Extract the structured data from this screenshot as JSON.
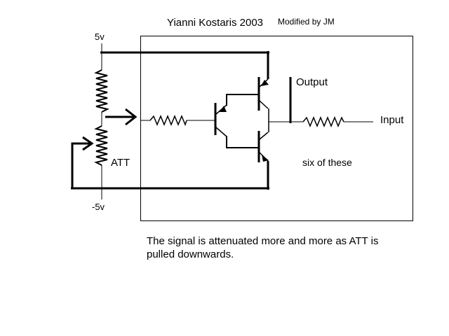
{
  "diagram": {
    "title": "Yianni Kostaris 2003",
    "modified_by": "Modified by JM",
    "labels": {
      "plus_supply": "5v",
      "minus_supply": "-5v",
      "att": "ATT",
      "output": "Output",
      "input": "Input",
      "repeat_note": "six of these"
    },
    "caption_lines": [
      "The signal is attenuated more and more as ATT is",
      "pulled downwards."
    ],
    "colors": {
      "ink": "#000000",
      "background": "#ffffff"
    }
  }
}
